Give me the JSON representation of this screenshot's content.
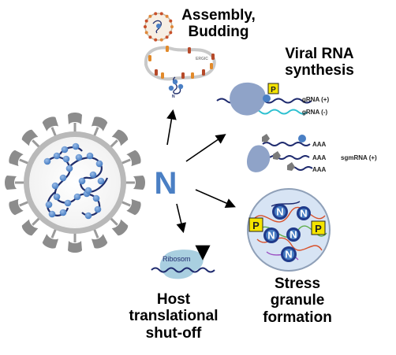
{
  "center_protein": "N",
  "processes": {
    "assembly": {
      "line1": "Assembly,",
      "line2": "Budding"
    },
    "viral_rna": {
      "line1": "Viral RNA",
      "line2": "synthesis"
    },
    "stress": {
      "line1": "Stress",
      "line2": "granule",
      "line3": "formation"
    },
    "shutoff": {
      "line1": "Host",
      "line2": "translational",
      "line3": "shut-off"
    }
  },
  "assembly_panel": {
    "membrane_label": "ERGIC",
    "n_label": "N"
  },
  "rna_panel": {
    "grna_plus": "gRNA (+)",
    "grna_minus": "gRNA (-)",
    "phospho": "P",
    "polya": "AAA",
    "sgmrna": "sgmRNA (+)"
  },
  "granule_panel": {
    "n_letter": "N",
    "phospho": "P"
  },
  "ribosome_panel": {
    "ribosome_label": "Ribosom"
  },
  "colors": {
    "n_blue": "#4a7fc4",
    "phospho_yellow": "#f5e400",
    "rna_navy": "#1e2a6e",
    "rna_cyan": "#2ec0d0"
  }
}
